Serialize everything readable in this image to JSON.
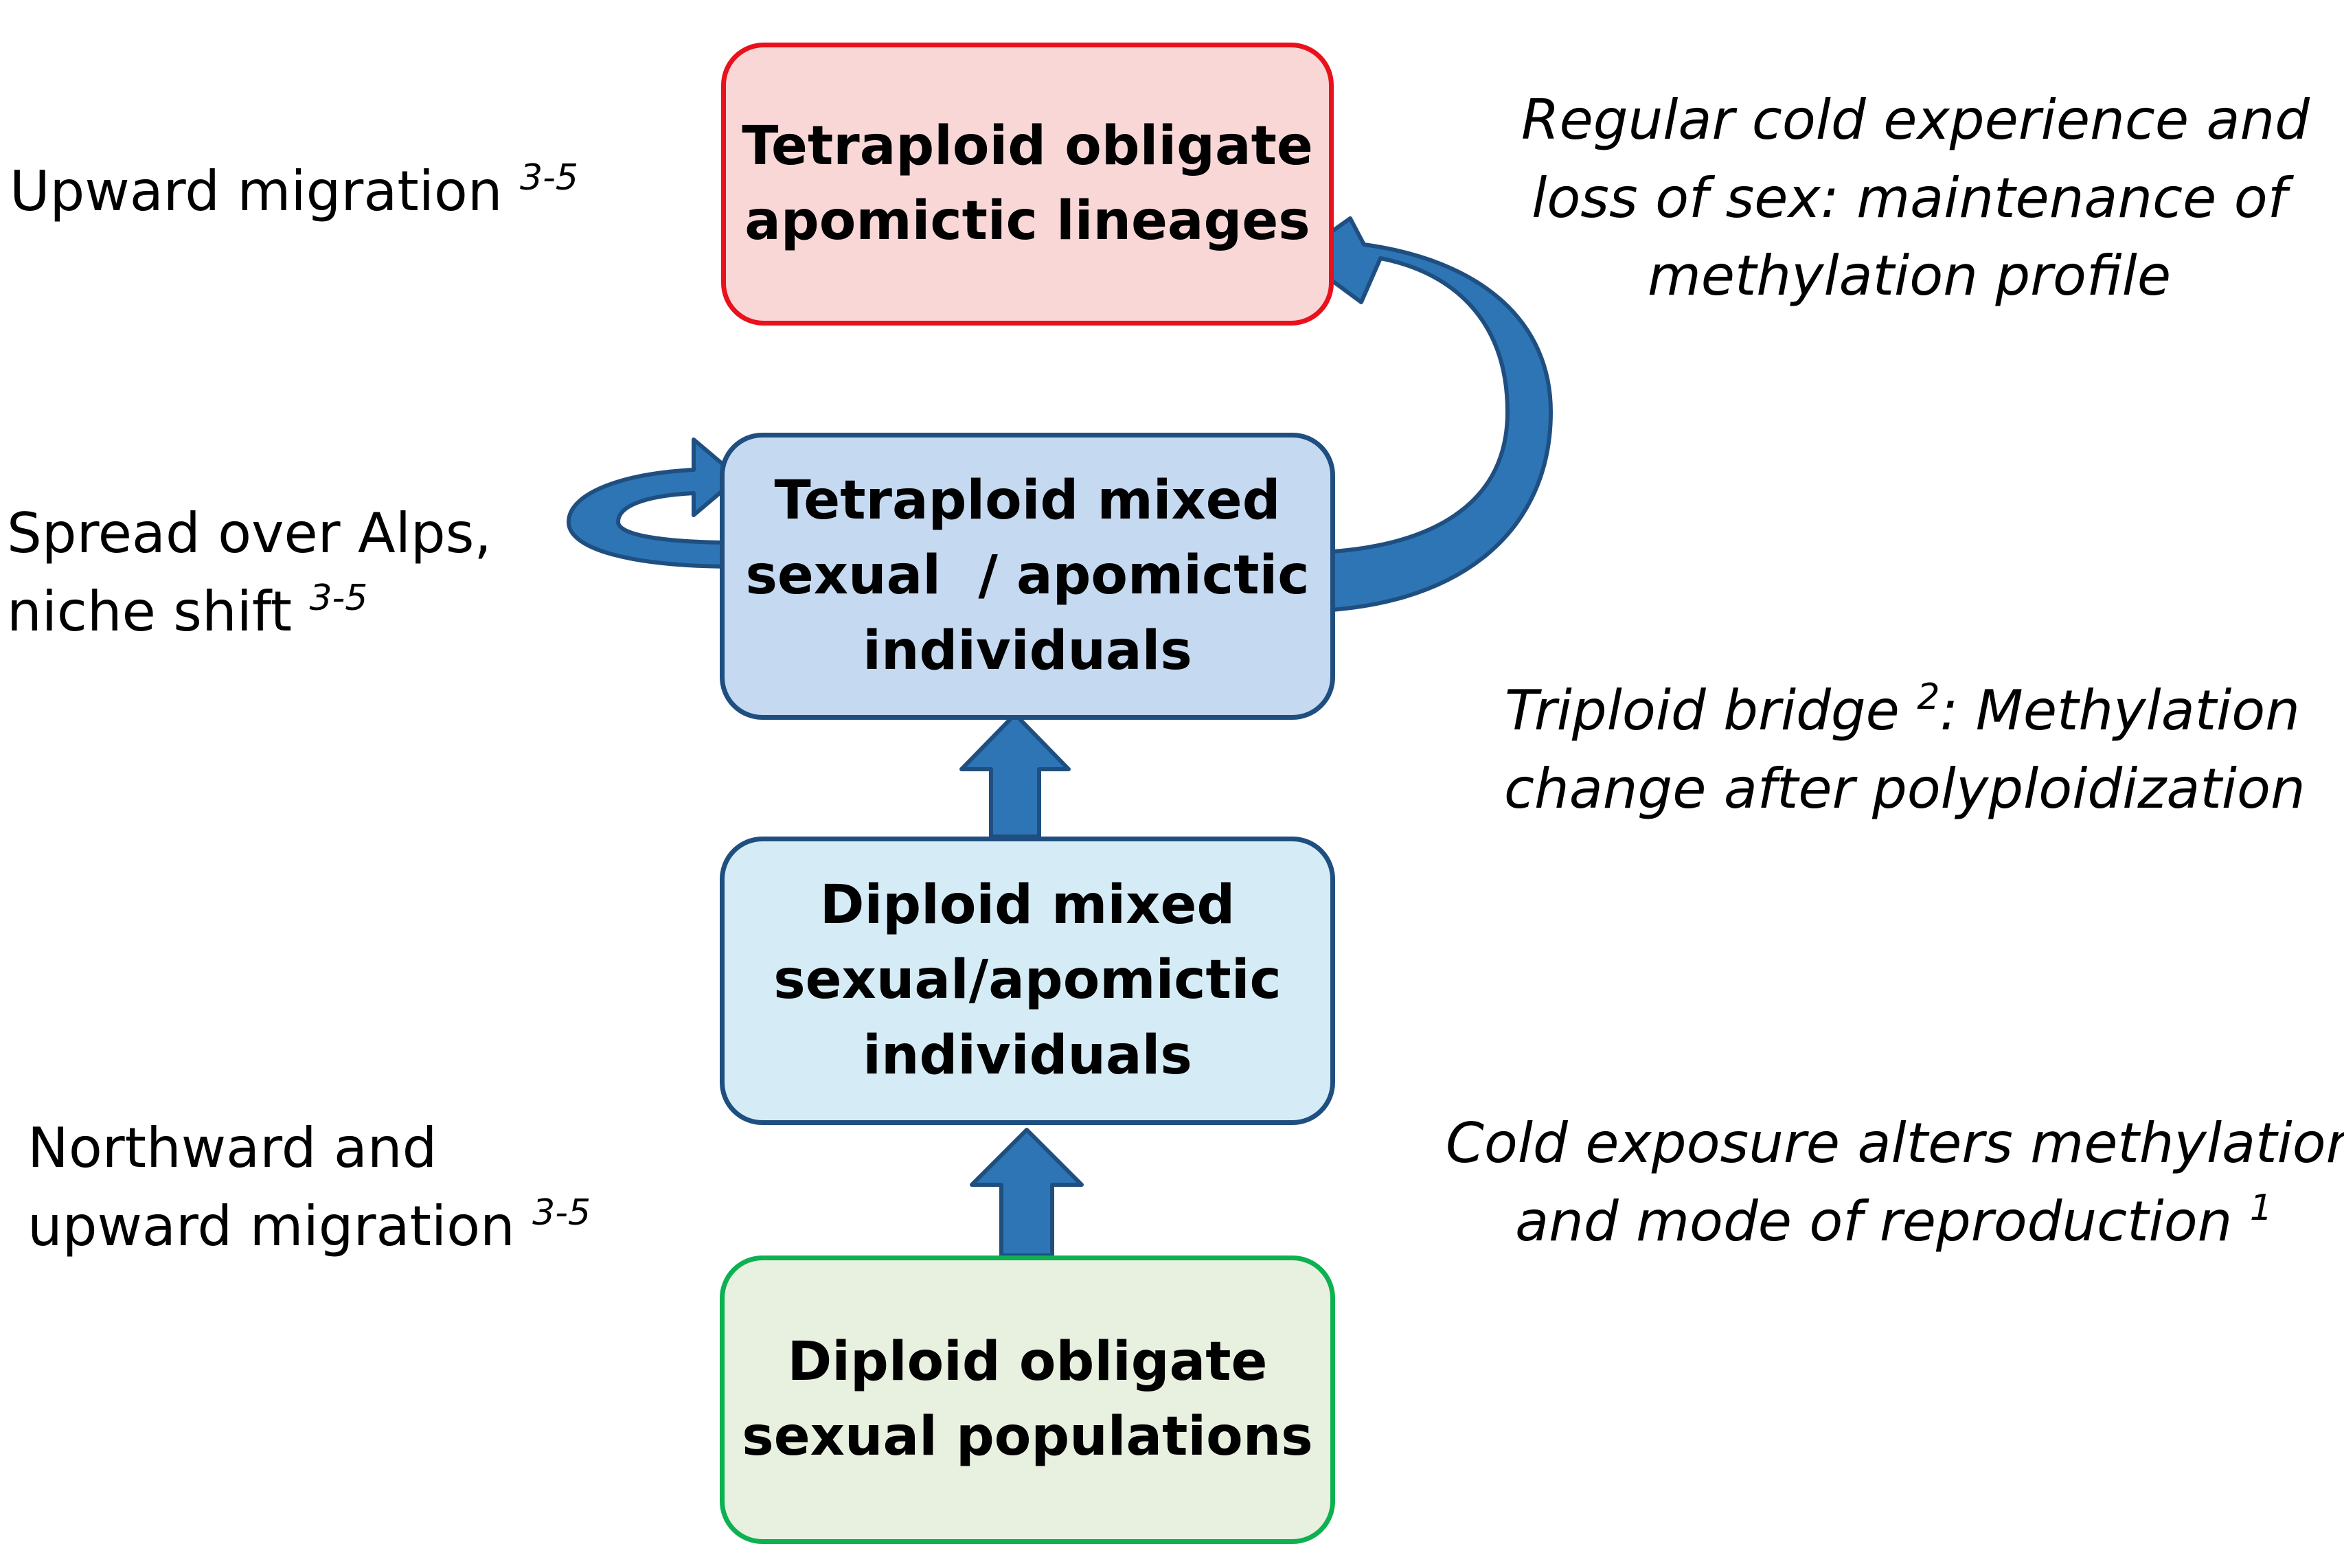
{
  "boxes": {
    "tetraploid_apomictic": [
      "Tetraploid obligate",
      "apomictic lineages"
    ],
    "tetraploid_mixed": [
      "Tetraploid mixed",
      "sexual  / apomictic",
      "individuals"
    ],
    "diploid_mixed": [
      "Diploid mixed",
      "sexual/apomictic",
      "individuals"
    ],
    "diploid_sexual": [
      "Diploid obligate",
      "sexual populations"
    ]
  },
  "left_labels": {
    "upward": {
      "lines": [
        "Upward migration"
      ],
      "ref": "3-5"
    },
    "spread": {
      "lines": [
        "Spread over Alps,",
        "niche shift"
      ],
      "ref": "3-5"
    },
    "northward": {
      "lines": [
        "Northward and",
        "upward migration"
      ],
      "ref": "3-5"
    }
  },
  "right_notes": {
    "regular_cold": [
      "Regular cold experience and",
      "loss of sex: maintenance of",
      "methylation profile"
    ],
    "triploid": {
      "before": "Triploid bridge ",
      "ref": "2",
      "after": ": Methylation",
      "line2": "change after polyploidization"
    },
    "cold_exposure": {
      "line1": "Cold exposure alters methylations",
      "line2": "and mode of reproduction ",
      "ref": "1"
    }
  },
  "colors": {
    "arrow_fill": "#2e75b6",
    "arrow_stroke": "#1f4f80",
    "apomictic_border": "#e8111c",
    "apomictic_fill": "#f9d7d7",
    "tetraploid_fill": "#c5d9f0",
    "diploid_mixed_fill": "#d5ecf6",
    "sexual_border": "#0db152",
    "sexual_fill": "#e8f0df"
  }
}
